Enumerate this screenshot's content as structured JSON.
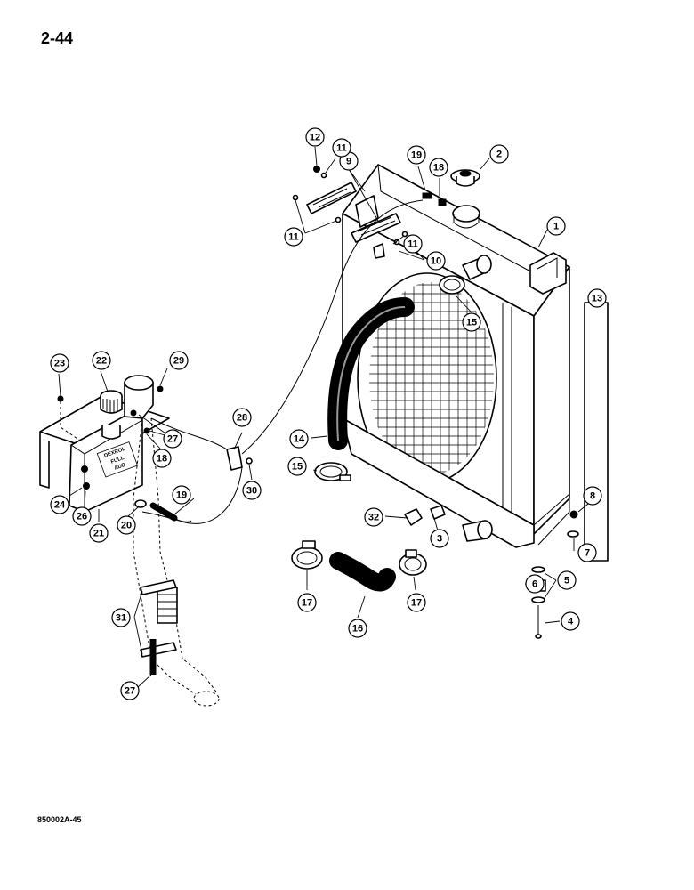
{
  "page": {
    "number": "2-44",
    "figure_code": "850002A-45"
  },
  "callouts": [
    {
      "label": "1"
    },
    {
      "label": "2"
    },
    {
      "label": "3"
    },
    {
      "label": "4"
    },
    {
      "label": "5"
    },
    {
      "label": "6"
    },
    {
      "label": "7"
    },
    {
      "label": "8"
    },
    {
      "label": "9"
    },
    {
      "label": "10"
    },
    {
      "label": "11"
    },
    {
      "label": "11"
    },
    {
      "label": "11"
    },
    {
      "label": "12"
    },
    {
      "label": "13"
    },
    {
      "label": "14"
    },
    {
      "label": "15"
    },
    {
      "label": "15"
    },
    {
      "label": "16"
    },
    {
      "label": "17"
    },
    {
      "label": "17"
    },
    {
      "label": "18"
    },
    {
      "label": "18"
    },
    {
      "label": "19"
    },
    {
      "label": "19"
    },
    {
      "label": "20"
    },
    {
      "label": "21"
    },
    {
      "label": "22"
    },
    {
      "label": "23"
    },
    {
      "label": "24"
    },
    {
      "label": "26"
    },
    {
      "label": "27"
    },
    {
      "label": "27"
    },
    {
      "label": "28"
    },
    {
      "label": "29"
    },
    {
      "label": "30"
    },
    {
      "label": "31"
    },
    {
      "label": "32"
    }
  ],
  "reservoir_label": {
    "line1": "DEXROL",
    "line2": "FULL",
    "line3": "ADD"
  }
}
